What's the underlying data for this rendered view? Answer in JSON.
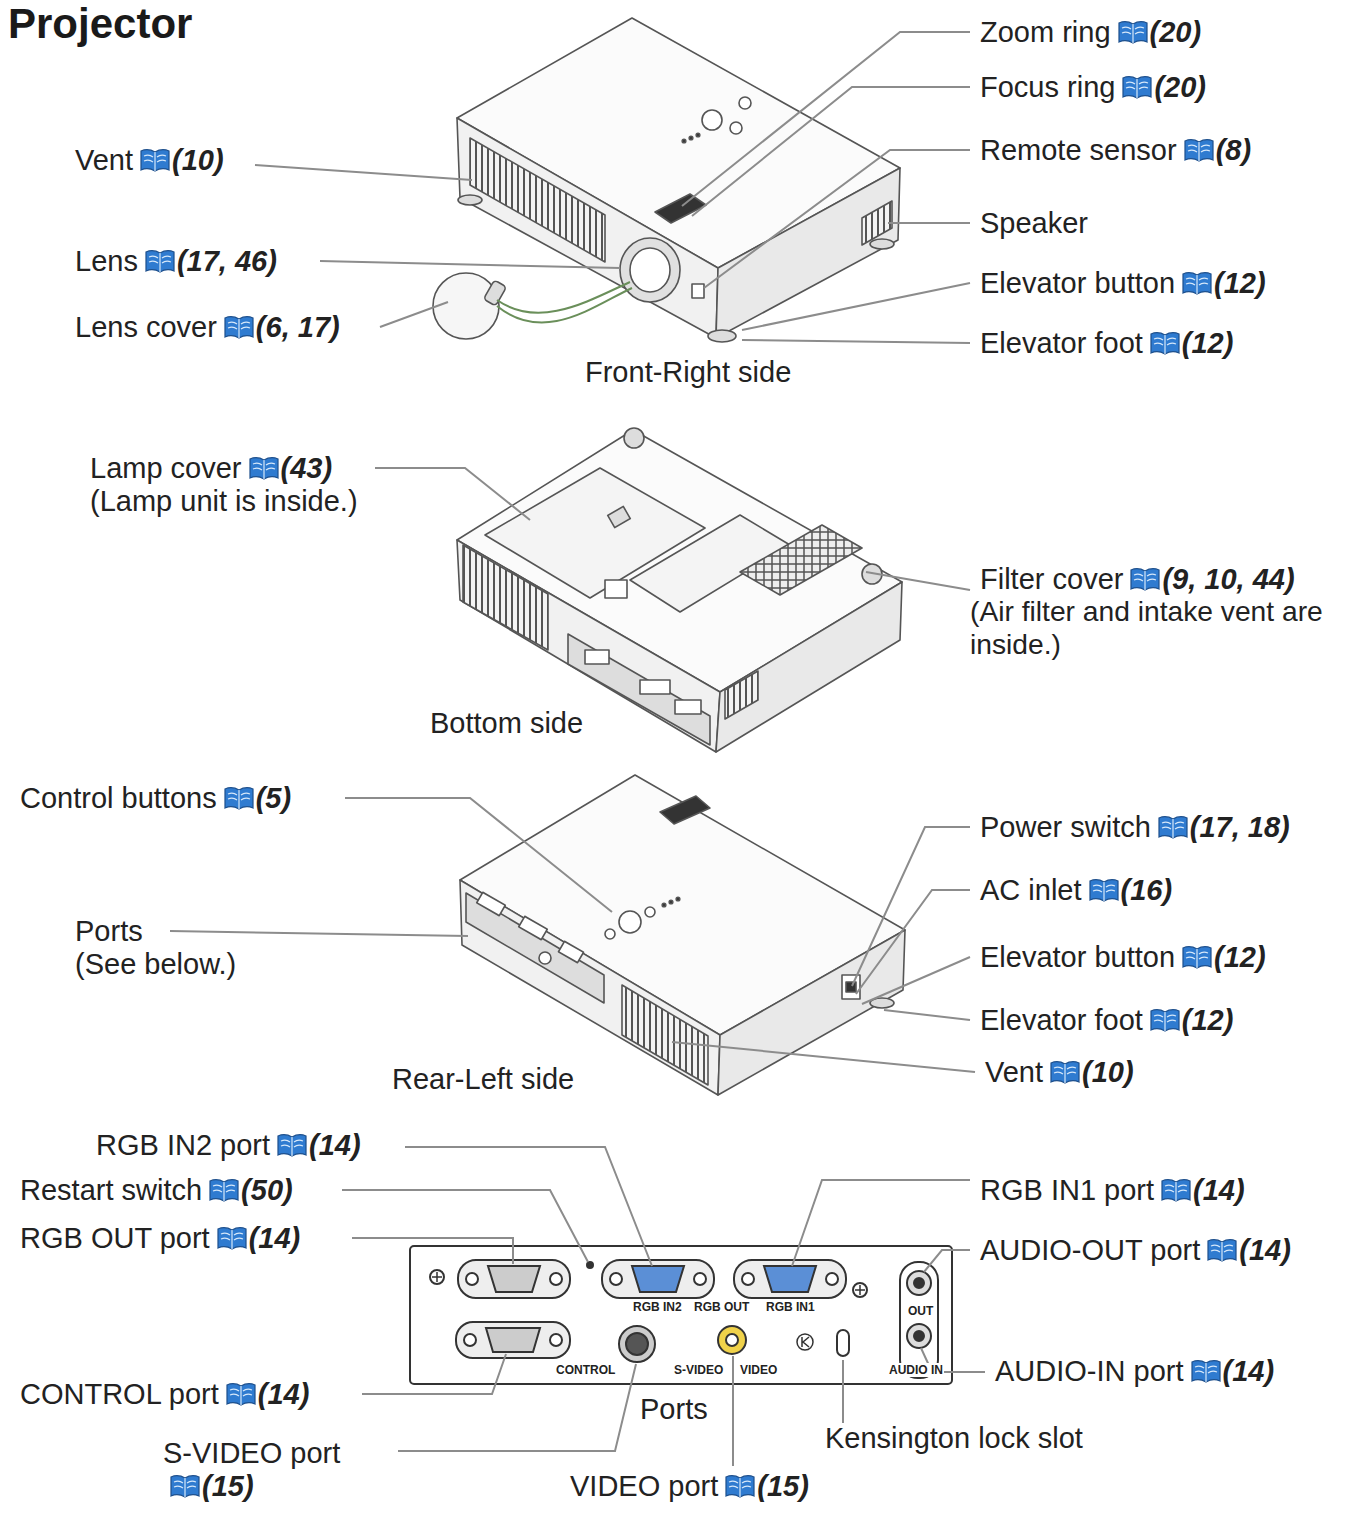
{
  "diagram": {
    "title": "Projector",
    "labels": [
      "Zoom ring",
      "(20)",
      "Focus ring",
      "(20)",
      "Remote sensor",
      "(8)",
      "Speaker",
      "Elevator button",
      "(12)",
      "Elevator foot",
      "(12)",
      "Vent",
      "(10)",
      "Lens",
      "(17, 46)",
      "Lens cover",
      "(6, 17)",
      "Front-Right side",
      "Lamp cover",
      "(43)",
      "(Lamp unit is inside.)",
      "Filter cover",
      "(9, 10, 44)",
      "(Air filter and intake vent are inside.)",
      "Bottom side",
      "Control buttons",
      "(5)",
      "Ports",
      "(See below.)",
      "Power switch",
      "(17, 18)",
      "AC inlet",
      "(16)",
      "Elevator button",
      "(12)",
      "Elevator foot",
      "(12)",
      "Vent",
      "(10)",
      "Rear-Left side",
      "RGB IN2 port",
      "(14)",
      "Restart switch",
      "(50)",
      "RGB OUT port",
      "(14)",
      "RGB IN1 port",
      "(14)",
      "AUDIO-OUT port",
      "(14)",
      "AUDIO-IN port",
      "(14)",
      "CONTROL port",
      "(14)",
      "S-VIDEO port",
      "(15)",
      "Ports",
      "Kensington lock slot",
      "VIDEO port",
      "(15)",
      "RGB IN2",
      "RGB OUT",
      "RGB IN1",
      "OUT",
      "CONTROL",
      "S-VIDEO",
      "VIDEO",
      "AUDIO IN"
    ]
  }
}
